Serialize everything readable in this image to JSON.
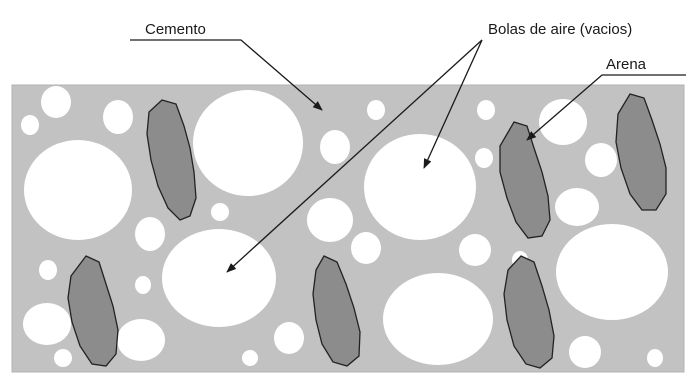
{
  "labels": {
    "cement": "Cemento",
    "air_voids": "Bolas de aire (vacios)",
    "sand": "Arena"
  },
  "colors": {
    "cement_matrix": "#c2c2c2",
    "air_void": "#ffffff",
    "sand_grain": "#8c8c8c",
    "outline": "#222222"
  }
}
